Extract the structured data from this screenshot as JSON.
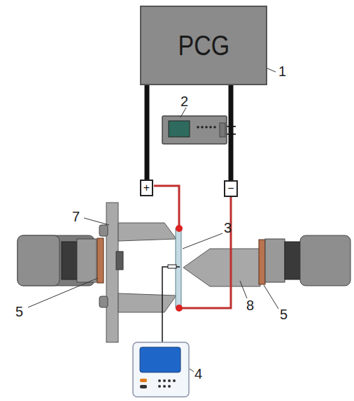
{
  "diagram": {
    "nodes": [
      {
        "text": [
          "PCG"
        ]
      },
      {
        "text": [
          "+"
        ]
      },
      {
        "text": [
          "−"
        ]
      }
    ],
    "edges": [
      {
        "from": 0,
        "to": 1,
        "arrow": "none"
      },
      {
        "from": 0,
        "to": 2,
        "arrow": "none"
      }
    ],
    "labels": [
      "1",
      "2",
      "3",
      "4",
      "5",
      "5",
      "7",
      "8"
    ]
  }
}
